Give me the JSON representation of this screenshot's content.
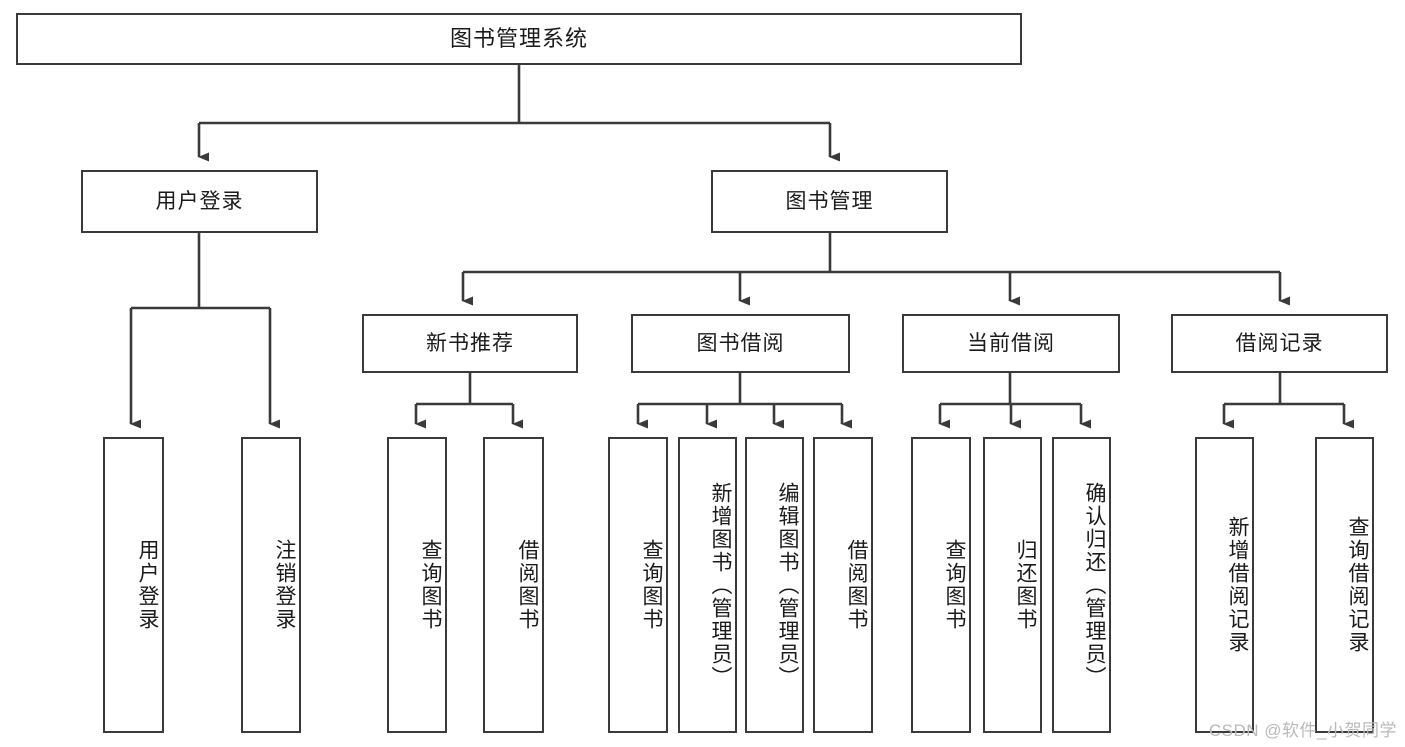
{
  "diagram": {
    "title": "图书管理系统",
    "type": "tree-hierarchy",
    "watermark": "CSDN @软件_小贺同学",
    "colors": {
      "stroke": "#3a3a3a",
      "fill": "#ffffff",
      "text": "#1b1b1b",
      "watermark": "#b9b9b9"
    },
    "root": {
      "label": "图书管理系统"
    },
    "level2": [
      {
        "id": "user-login",
        "label": "用户登录"
      },
      {
        "id": "book-manage",
        "label": "图书管理"
      }
    ],
    "level3": [
      {
        "id": "new-book-recommend",
        "label": "新书推荐",
        "parent": "book-manage"
      },
      {
        "id": "book-borrow",
        "label": "图书借阅",
        "parent": "book-manage"
      },
      {
        "id": "current-borrow",
        "label": "当前借阅",
        "parent": "book-manage"
      },
      {
        "id": "borrow-record",
        "label": "借阅记录",
        "parent": "book-manage"
      }
    ],
    "leaves": [
      {
        "id": "leaf-user-login",
        "label": "用户登录",
        "parent": "user-login"
      },
      {
        "id": "leaf-logout-login",
        "label": "注销登录",
        "parent": "user-login"
      },
      {
        "id": "leaf-query-book-1",
        "label": "查询图书",
        "parent": "new-book-recommend"
      },
      {
        "id": "leaf-borrow-book-1",
        "label": "借阅图书",
        "parent": "new-book-recommend"
      },
      {
        "id": "leaf-query-book-2",
        "label": "查询图书",
        "parent": "book-borrow"
      },
      {
        "id": "leaf-add-book",
        "label": "新增图书（管理员）",
        "parent": "book-borrow"
      },
      {
        "id": "leaf-edit-book",
        "label": "编辑图书（管理员）",
        "parent": "book-borrow"
      },
      {
        "id": "leaf-borrow-book-2",
        "label": "借阅图书",
        "parent": "book-borrow"
      },
      {
        "id": "leaf-query-book-3",
        "label": "查询图书",
        "parent": "current-borrow"
      },
      {
        "id": "leaf-return-book",
        "label": "归还图书",
        "parent": "current-borrow"
      },
      {
        "id": "leaf-confirm-return",
        "label": "确认归还（管理员）",
        "parent": "current-borrow"
      },
      {
        "id": "leaf-add-record",
        "label": "新增借阅记录",
        "parent": "borrow-record"
      },
      {
        "id": "leaf-query-record",
        "label": "查询借阅记录",
        "parent": "borrow-record"
      }
    ]
  }
}
